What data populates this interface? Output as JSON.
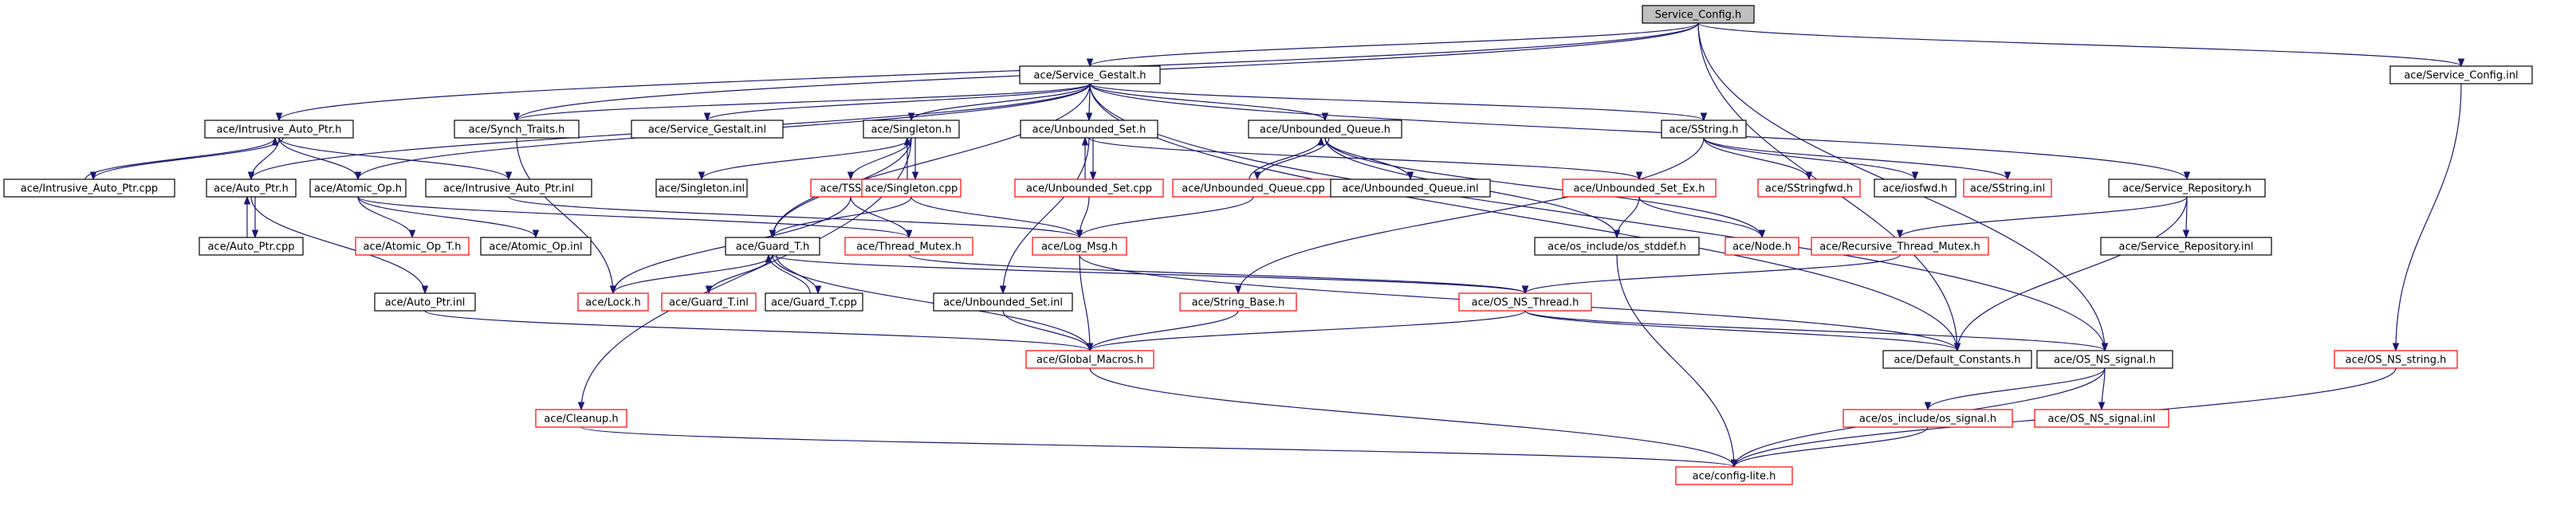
{
  "colors": {
    "node_border_resolved": "#000000",
    "node_border_unresolved": "#ff0000",
    "root_fill": "#bfbfbf",
    "edge": "#191970"
  },
  "nodes": {
    "n_service_config_h": {
      "label": "Service_Config.h",
      "kind": "root"
    },
    "n_service_gestalt_h": {
      "label": "ace/Service_Gestalt.h",
      "kind": "resolved"
    },
    "n_service_config_inl": {
      "label": "ace/Service_Config.inl",
      "kind": "resolved"
    },
    "n_intrusive_auto_ptr_h": {
      "label": "ace/Intrusive_Auto_Ptr.h",
      "kind": "resolved"
    },
    "n_synch_traits_h": {
      "label": "ace/Synch_Traits.h",
      "kind": "resolved"
    },
    "n_service_gestalt_inl": {
      "label": "ace/Service_Gestalt.inl",
      "kind": "resolved"
    },
    "n_singleton_h": {
      "label": "ace/Singleton.h",
      "kind": "resolved"
    },
    "n_unbounded_set_h": {
      "label": "ace/Unbounded_Set.h",
      "kind": "resolved"
    },
    "n_unbounded_queue_h": {
      "label": "ace/Unbounded_Queue.h",
      "kind": "resolved"
    },
    "n_sstring_h": {
      "label": "ace/SString.h",
      "kind": "resolved"
    },
    "n_service_repository_h": {
      "label": "ace/Service_Repository.h",
      "kind": "resolved"
    },
    "n_intrusive_auto_ptr_cpp": {
      "label": "ace/Intrusive_Auto_Ptr.cpp",
      "kind": "resolved"
    },
    "n_auto_ptr_h": {
      "label": "ace/Auto_Ptr.h",
      "kind": "resolved"
    },
    "n_atomic_op_h": {
      "label": "ace/Atomic_Op.h",
      "kind": "resolved"
    },
    "n_intrusive_auto_ptr_inl": {
      "label": "ace/Intrusive_Auto_Ptr.inl",
      "kind": "resolved"
    },
    "n_singleton_inl": {
      "label": "ace/Singleton.inl",
      "kind": "resolved"
    },
    "n_tss_t_h": {
      "label": "ace/TSS_T.h",
      "kind": "unresolved"
    },
    "n_singleton_cpp": {
      "label": "ace/Singleton.cpp",
      "kind": "unresolved"
    },
    "n_unbounded_set_cpp": {
      "label": "ace/Unbounded_Set.cpp",
      "kind": "unresolved"
    },
    "n_unbounded_queue_cpp": {
      "label": "ace/Unbounded_Queue.cpp",
      "kind": "unresolved"
    },
    "n_unbounded_queue_inl": {
      "label": "ace/Unbounded_Queue.inl",
      "kind": "resolved"
    },
    "n_unbounded_set_ex_h": {
      "label": "ace/Unbounded_Set_Ex.h",
      "kind": "unresolved"
    },
    "n_sstringfwd_h": {
      "label": "ace/SStringfwd.h",
      "kind": "unresolved"
    },
    "n_iosfwd_h": {
      "label": "ace/iosfwd.h",
      "kind": "resolved"
    },
    "n_sstring_inl": {
      "label": "ace/SString.inl",
      "kind": "unresolved"
    },
    "n_auto_ptr_cpp": {
      "label": "ace/Auto_Ptr.cpp",
      "kind": "resolved"
    },
    "n_atomic_op_t_h": {
      "label": "ace/Atomic_Op_T.h",
      "kind": "unresolved"
    },
    "n_atomic_op_inl": {
      "label": "ace/Atomic_Op.inl",
      "kind": "resolved"
    },
    "n_guard_t_h": {
      "label": "ace/Guard_T.h",
      "kind": "resolved"
    },
    "n_thread_mutex_h": {
      "label": "ace/Thread_Mutex.h",
      "kind": "unresolved"
    },
    "n_log_msg_h": {
      "label": "ace/Log_Msg.h",
      "kind": "unresolved"
    },
    "n_os_include_os_stddef_h": {
      "label": "ace/os_include/os_stddef.h",
      "kind": "resolved"
    },
    "n_node_h": {
      "label": "ace/Node.h",
      "kind": "unresolved"
    },
    "n_recursive_thread_mutex_h": {
      "label": "ace/Recursive_Thread_Mutex.h",
      "kind": "unresolved"
    },
    "n_service_repository_inl": {
      "label": "ace/Service_Repository.inl",
      "kind": "resolved"
    },
    "n_auto_ptr_inl": {
      "label": "ace/Auto_Ptr.inl",
      "kind": "resolved"
    },
    "n_lock_h": {
      "label": "ace/Lock.h",
      "kind": "unresolved"
    },
    "n_guard_t_inl": {
      "label": "ace/Guard_T.inl",
      "kind": "unresolved"
    },
    "n_guard_t_cpp": {
      "label": "ace/Guard_T.cpp",
      "kind": "resolved"
    },
    "n_unbounded_set_inl": {
      "label": "ace/Unbounded_Set.inl",
      "kind": "resolved"
    },
    "n_string_base_h": {
      "label": "ace/String_Base.h",
      "kind": "unresolved"
    },
    "n_os_ns_thread_h": {
      "label": "ace/OS_NS_Thread.h",
      "kind": "unresolved"
    },
    "n_default_constants_h": {
      "label": "ace/Default_Constants.h",
      "kind": "resolved"
    },
    "n_os_ns_signal_h": {
      "label": "ace/OS_NS_signal.h",
      "kind": "resolved"
    },
    "n_os_ns_string_h": {
      "label": "ace/OS_NS_string.h",
      "kind": "unresolved"
    },
    "n_global_macros_h": {
      "label": "ace/Global_Macros.h",
      "kind": "unresolved"
    },
    "n_cleanup_h": {
      "label": "ace/Cleanup.h",
      "kind": "unresolved"
    },
    "n_os_include_os_signal_h": {
      "label": "ace/os_include/os_signal.h",
      "kind": "unresolved"
    },
    "n_os_ns_signal_inl": {
      "label": "ace/OS_NS_signal.inl",
      "kind": "unresolved"
    },
    "n_config_lite_h": {
      "label": "ace/config-lite.h",
      "kind": "unresolved"
    }
  }
}
